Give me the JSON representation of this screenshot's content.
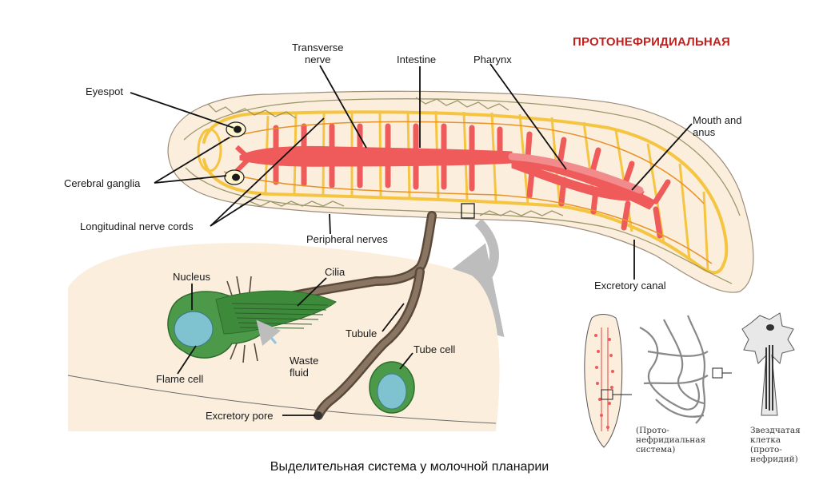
{
  "header": {
    "title": "ПРОТОНЕФРИДИАЛЬНАЯ"
  },
  "planarian": {
    "labels": {
      "eyespot": "Eyespot",
      "cerebral_ganglia": "Cerebral ganglia",
      "longitudinal_nerve_cords": "Longitudinal nerve cords",
      "transverse_nerve": "Transverse\nnerve",
      "intestine": "Intestine",
      "pharynx": "Pharynx",
      "mouth_and_anus": "Mouth and\nanus",
      "peripheral_nerves": "Peripheral nerves",
      "excretory_canal": "Excretory canal"
    }
  },
  "flame_cell_detail": {
    "labels": {
      "nucleus": "Nucleus",
      "cilia": "Cilia",
      "tubule": "Tubule",
      "tube_cell": "Tube cell",
      "waste_fluid": "Waste\nfluid",
      "flame_cell": "Flame cell",
      "excretory_pore": "Excretory pore"
    }
  },
  "inset": {
    "protonephridial_system": "(Прото-\nнефридиальная\nсистема)",
    "star_cell": "Звездчатая\nклетка\n(прото-\nнефридий)"
  },
  "caption": "Выделительная система у молочной планарии",
  "colors": {
    "title_red": "#c0211f",
    "intestine": "#ef5b5b",
    "nerve_yellow": "#f5c542",
    "body_fill": "#fbeedd",
    "flame_cell_green": "#4c9a49",
    "nucleus_blue": "#7fc3d1"
  }
}
